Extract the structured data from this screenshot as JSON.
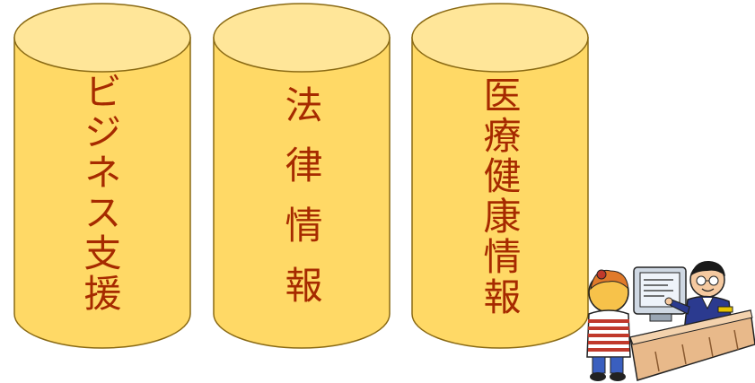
{
  "cylinders": [
    {
      "label": "ビジネス支援"
    },
    {
      "label": "法律情報"
    },
    {
      "label": "医療健康情報"
    }
  ],
  "colors": {
    "cylinder_fill": "#ffd966",
    "cylinder_top": "#ffe699",
    "cylinder_stroke": "#8a6a14",
    "label_text": "#a62a00"
  },
  "illustration": {
    "icon": "librarian-at-computer-clipart"
  }
}
